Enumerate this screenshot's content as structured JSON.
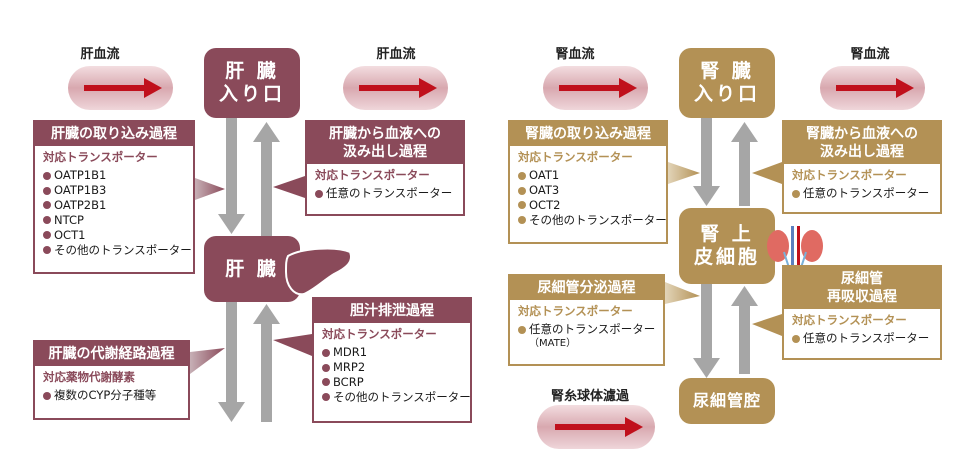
{
  "liver": {
    "flow_left": "肝血流",
    "flow_right": "肝血流",
    "entrance": [
      "肝 臓",
      "入り口"
    ],
    "organ": "肝 臓",
    "uptake": {
      "title": "肝臓の取り込み過程",
      "subtitle": "対応トランスポーター",
      "items": [
        "OATP1B1",
        "OATP1B3",
        "OATP2B1",
        "NTCP",
        "OCT1",
        "その他のトランスポーター"
      ]
    },
    "efflux": {
      "title": [
        "肝臓から血液への",
        "汲み出し過程"
      ],
      "subtitle": "対応トランスポーター",
      "items": [
        "任意のトランスポーター"
      ]
    },
    "metabolism": {
      "title": "肝臓の代謝経路過程",
      "subtitle": "対応薬物代謝酵素",
      "items": [
        "複数のCYP分子種等"
      ]
    },
    "biliary": {
      "title": "胆汁排泄過程",
      "subtitle": "対応トランスポーター",
      "items": [
        "MDR1",
        "MRP2",
        "BCRP",
        "その他のトランスポーター"
      ]
    }
  },
  "kidney": {
    "flow_left": "腎血流",
    "flow_right": "腎血流",
    "entrance": [
      "腎 臓",
      "入り口"
    ],
    "organ": [
      "腎 上",
      "皮細胞"
    ],
    "lumen": "尿細管腔",
    "glomerular": "腎糸球体濾過",
    "uptake": {
      "title": "腎臓の取り込み過程",
      "subtitle": "対応トランスポーター",
      "items": [
        "OAT1",
        "OAT3",
        "OCT2",
        "その他のトランスポーター"
      ]
    },
    "efflux": {
      "title": [
        "腎臓から血液への",
        "汲み出し過程"
      ],
      "subtitle": "対応トランスポーター",
      "items": [
        "任意のトランスポーター"
      ]
    },
    "secretion": {
      "title": "尿細管分泌過程",
      "subtitle": "対応トランスポーター",
      "items": [
        "任意のトランスポーター"
      ],
      "note": "（MATE）"
    },
    "reabsorption": {
      "title": [
        "尿細管",
        "再吸収過程"
      ],
      "subtitle": "対応トランスポーター",
      "items": [
        "任意のトランスポーター"
      ]
    }
  },
  "colors": {
    "liver": "#8a4a5a",
    "kidney": "#b39155",
    "arrow": "#a6a6a6",
    "vessel_red": "#c0101c"
  }
}
